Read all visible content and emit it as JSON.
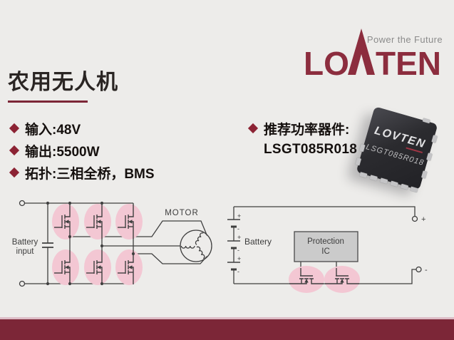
{
  "brand": {
    "tagline": "Power the Future",
    "logo_left": "LO",
    "logo_right": "TEN",
    "logo_full": "LOVTEN"
  },
  "title": {
    "text": "农用无人机"
  },
  "specs": {
    "items": [
      "输入:48V",
      "输出:5500W",
      "拓扑:三相全桥，BMS"
    ]
  },
  "recommendation": {
    "heading": "推荐功率器件:",
    "part_number": "LSGT085R018"
  },
  "chip": {
    "logo": "LOVTEN",
    "marking": "LSGT085R018"
  },
  "inverter_diagram": {
    "battery_label_line1": "Battery",
    "battery_label_line2": "input",
    "motor_label": "MOTOR"
  },
  "bms_diagram": {
    "battery_label": "Battery",
    "ic_label_line1": "Protection",
    "ic_label_line2": "IC",
    "positive_terminal": "+",
    "negative_terminal": "-",
    "cell_plus": "+",
    "cell_minus": "-"
  },
  "colors": {
    "accent": "#8c2d3e",
    "band": "#7c2637",
    "highlight_pink": "#f3c7d3",
    "background": "#edecea",
    "line": "#3f3f3f"
  }
}
